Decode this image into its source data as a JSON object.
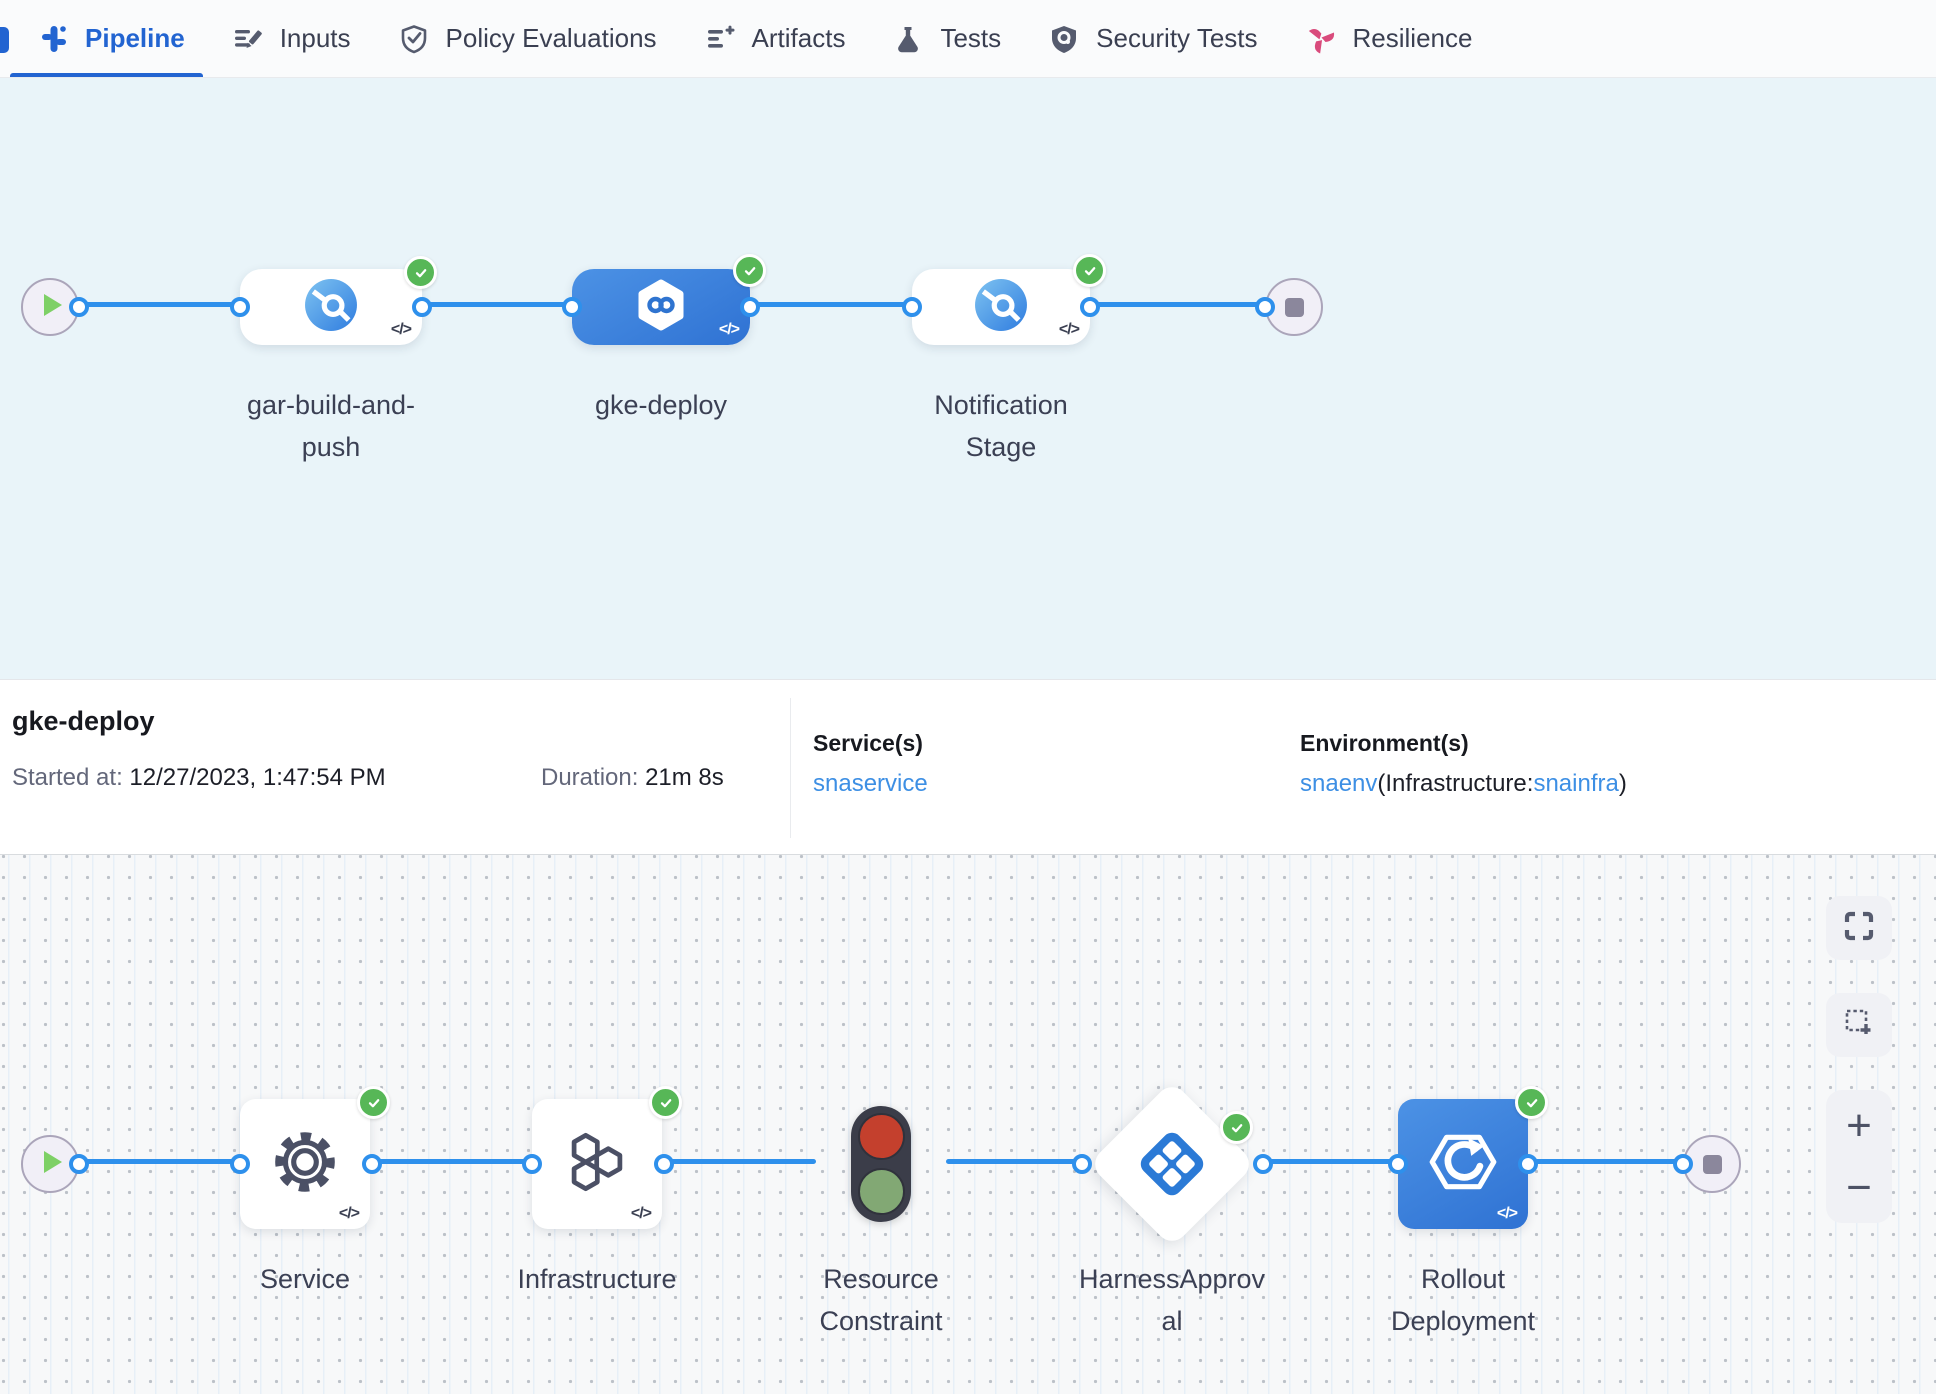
{
  "colors": {
    "accent": "#2264d1",
    "link": "#3d8fe4",
    "success_green": "#57b757",
    "edge_blue": "#2e90ec",
    "canvas_top_bg": "#e9f4f9",
    "selected_node_blue": "#3578d4"
  },
  "tabs": [
    {
      "label": "Pipeline",
      "icon": "pipeline-icon",
      "active": true
    },
    {
      "label": "Inputs",
      "icon": "inputs-icon",
      "active": false
    },
    {
      "label": "Policy Evaluations",
      "icon": "policy-evaluations-icon",
      "active": false
    },
    {
      "label": "Artifacts",
      "icon": "artifacts-icon",
      "active": false
    },
    {
      "label": "Tests",
      "icon": "tests-icon",
      "active": false
    },
    {
      "label": "Security Tests",
      "icon": "security-tests-icon",
      "active": false
    },
    {
      "label": "Resilience",
      "icon": "resilience-icon",
      "active": false
    }
  ],
  "stage_graph": {
    "stages": [
      {
        "line1": "gar-build-and-",
        "line2": "push",
        "status": "success",
        "selected": false,
        "icon": "ci-stage-icon",
        "code_glyph": "</>"
      },
      {
        "line1": "gke-deploy",
        "line2": "",
        "status": "success",
        "selected": true,
        "icon": "cd-stage-icon",
        "code_glyph": "</>"
      },
      {
        "line1": "Notification",
        "line2": "Stage",
        "status": "success",
        "selected": false,
        "icon": "custom-stage-icon",
        "code_glyph": "</>"
      }
    ]
  },
  "details": {
    "title": "gke-deploy",
    "started_label": "Started at:",
    "started_value": "12/27/2023, 1:47:54 PM",
    "duration_label": "Duration:",
    "duration_value": "21m 8s",
    "services_label": "Service(s)",
    "services_value": "snaservice",
    "environments_label": "Environment(s)",
    "environment_link": "snaenv",
    "environment_infra_prefix": "(Infrastructure:",
    "environment_infra_link": "snainfra",
    "environment_suffix": ")"
  },
  "execution_graph": {
    "steps": [
      {
        "line1": "Service",
        "line2": "",
        "icon": "service-gear-icon",
        "status": "success",
        "code_glyph": "</>"
      },
      {
        "line1": "Infrastructure",
        "line2": "",
        "icon": "infrastructure-hexagons-icon",
        "status": "success",
        "code_glyph": "</>"
      },
      {
        "line1": "Resource",
        "line2": "Constraint",
        "icon": "resource-constraint-traffic-light-icon",
        "status": "none"
      },
      {
        "line1": "HarnessApprov",
        "line2": "al",
        "icon": "approval-diamond-icon",
        "status": "success"
      },
      {
        "line1": "Rollout",
        "line2": "Deployment",
        "icon": "rollout-deployment-icon",
        "status": "success",
        "code_glyph": "</>"
      }
    ]
  },
  "canvas_controls": {
    "zoom_in": "+",
    "zoom_out": "−"
  }
}
